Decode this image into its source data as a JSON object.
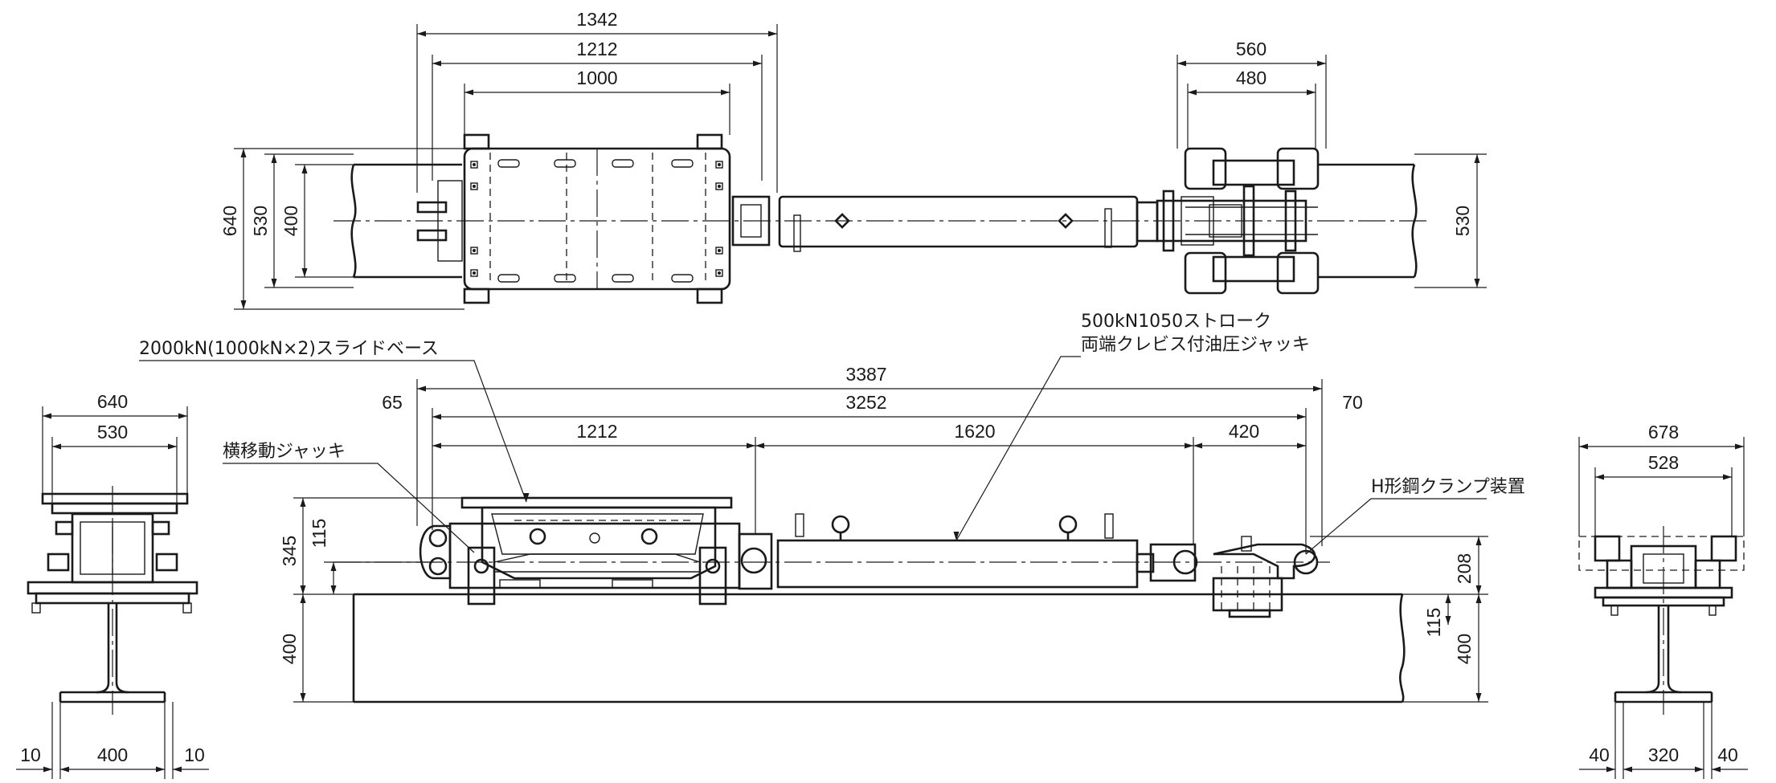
{
  "plan_view": {
    "dims": {
      "d1342": "1342",
      "d1212": "1212",
      "d1000": "1000",
      "d560": "560",
      "d480": "480",
      "d640": "640",
      "d530": "530",
      "d400": "400",
      "d530r": "530"
    }
  },
  "side_view": {
    "dims": {
      "d3387": "3387",
      "d3252": "3252",
      "d65": "65",
      "d70": "70",
      "d1212": "1212",
      "d1620": "1620",
      "d420": "420",
      "d345": "345",
      "d115": "115",
      "d400": "400",
      "d208": "208",
      "d115r": "115",
      "d400r": "400"
    }
  },
  "left_end_view": {
    "dims": {
      "d640": "640",
      "d530": "530",
      "d10a": "10",
      "d400": "400",
      "d10b": "10"
    }
  },
  "right_end_view": {
    "dims": {
      "d678": "678",
      "d528": "528",
      "d40a": "40",
      "d320": "320",
      "d40b": "40"
    }
  },
  "labels": {
    "slide_base": "2000kN(1000kN×2)スライドベース",
    "lateral_jack": "横移動ジャッキ",
    "jack_line1": "500kN1050ストローク",
    "jack_line2": "両端クレビス付油圧ジャッキ",
    "clamp": "H形鋼クランプ装置"
  }
}
